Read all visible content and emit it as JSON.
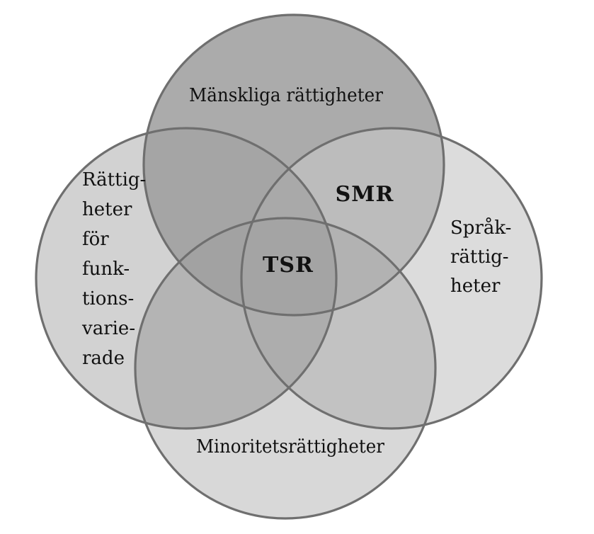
{
  "diagram": {
    "type": "venn-4-circle",
    "background": "#ffffff",
    "stroke_color": "#6f6f6f",
    "text_color": "#111111",
    "circles": {
      "top": {
        "label": "Mänskliga rättigheter",
        "fill": "#ababab"
      },
      "left": {
        "label_lines": [
          "Rättig-",
          "heter",
          "för",
          "funk-",
          "tions-",
          "varie-",
          "rade"
        ],
        "fill": "#d2d2d2"
      },
      "right": {
        "label_lines": [
          "Språk-",
          "rättig-",
          "heter"
        ],
        "fill": "#dcdcdc"
      },
      "bottom": {
        "label": "Minoritetsrättigheter",
        "fill": "#d8d8d8"
      }
    },
    "overlaps": {
      "top_left": {
        "fill": "#a5a5a5"
      },
      "top_right": {
        "fill": "#bcbcbc",
        "label": "SMR"
      },
      "left_bottom": {
        "fill": "#b4b4b4"
      },
      "right_bottom": {
        "fill": "#c2c2c2"
      },
      "left_right": {
        "fill": "#b0b0b0"
      },
      "top_left_right": {
        "fill": "#a9a9a9"
      },
      "top_left_bottom": {
        "fill": "#a2a2a2"
      },
      "top_right_bottom": {
        "fill": "#b2b2b2"
      },
      "left_right_bottom": {
        "fill": "#adadad"
      },
      "center": {
        "fill": "#a4a4a4",
        "label": "TSR"
      }
    }
  }
}
